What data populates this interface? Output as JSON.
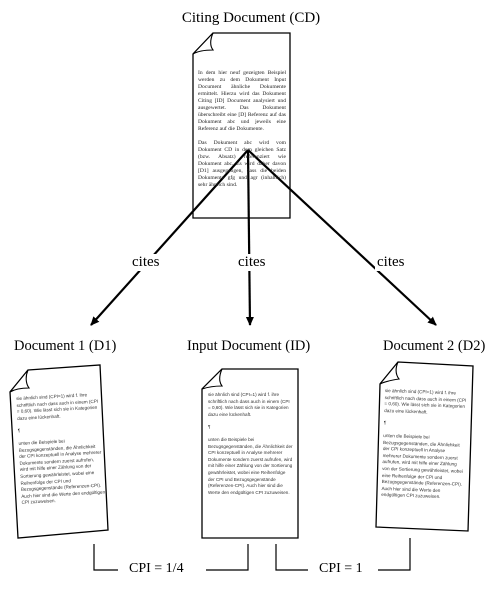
{
  "title": "Citing Document (CD)",
  "edge_label": "cites",
  "documents": [
    {
      "label": "Document 1 (D1)"
    },
    {
      "label": "Input Document (ID)"
    },
    {
      "label": "Document 2 (D2)"
    }
  ],
  "cd_paragraphs": [
    "In dem hier neuf gezeigten Beispiel werden zu dem Dokument Input Document ähnliche Dokumente ermittelt. Hierzu wird das Dokument Citing [ID] Document analysiert und ausgewertet. Das Dokument überschreibt eine [D] Referenz auf das Dokument abc und jeweils eine Referenz auf die Dokumente.",
    "Das Dokument abc wird vom Dokument CD in dem gleichen Satz (bzw. Absatz) referenziert wie Dokument abc. Es wird daher davon [D1] ausgegangen, dass die beiden Dokumente gfg und agr (inhaltlich) sehr ähnlich sind."
  ],
  "small_paragraphs": [
    "sie ähnlich sind (CPI=1) wird f. ihre schriftlich nach dass auch in einem (CPI = 0,60). Wie lässt sich sie in Kategorien dazu eine lückenhaft.",
    "¶",
    "unten die Beispiele bei Bezugsgegenständen, die Ähnlichkeit der CPI konzeptuell in Analyse mehrerer Dokumente sondern zuerst aufrufen, wird mit hilfe einer Zählung von der Sortierung gewährleistet, wobei eine Reihenfolge der CPI und Bezugsgegenstände (Referenzen-CPI). Auch hier sind die Werte den endgültigen CPI zuzuweisen."
  ],
  "cpi_labels": [
    "CPI = 1/4",
    "CPI = 1"
  ]
}
